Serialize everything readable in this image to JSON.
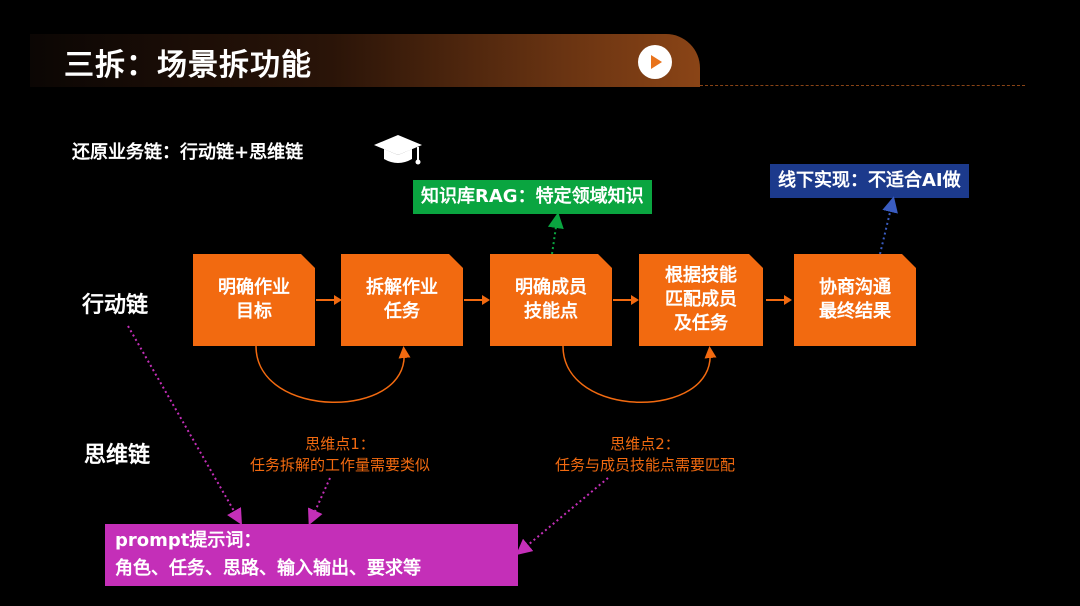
{
  "title": "三拆：场景拆功能",
  "subtitle": "还原业务链：行动链+思维链",
  "rows": {
    "action": "行动链",
    "thinking": "思维链"
  },
  "boxes": [
    "明确作业\n目标",
    "拆解作业\n任务",
    "明确成员\n技能点",
    "根据技能\n匹配成员\n及任务",
    "协商沟通\n最终结果"
  ],
  "tags": {
    "rag": "知识库RAG：特定领域知识",
    "offline": "线下实现：不适合AI做"
  },
  "thoughts": [
    {
      "line1": "思维点1：",
      "line2": "任务拆解的工作量需要类似"
    },
    {
      "line1": "思维点2：",
      "line2": "任务与成员技能点需要匹配"
    }
  ],
  "prompt": {
    "line1": "prompt提示词：",
    "line2": "角色、任务、思路、输入输出、要求等"
  },
  "colors": {
    "orange": "#f26a10",
    "green": "#0aa540",
    "navy": "#1c3a8c",
    "magenta": "#c42fb8"
  },
  "icons": [
    "play-icon",
    "graduation-cap-icon",
    "arrow-right-icon"
  ]
}
